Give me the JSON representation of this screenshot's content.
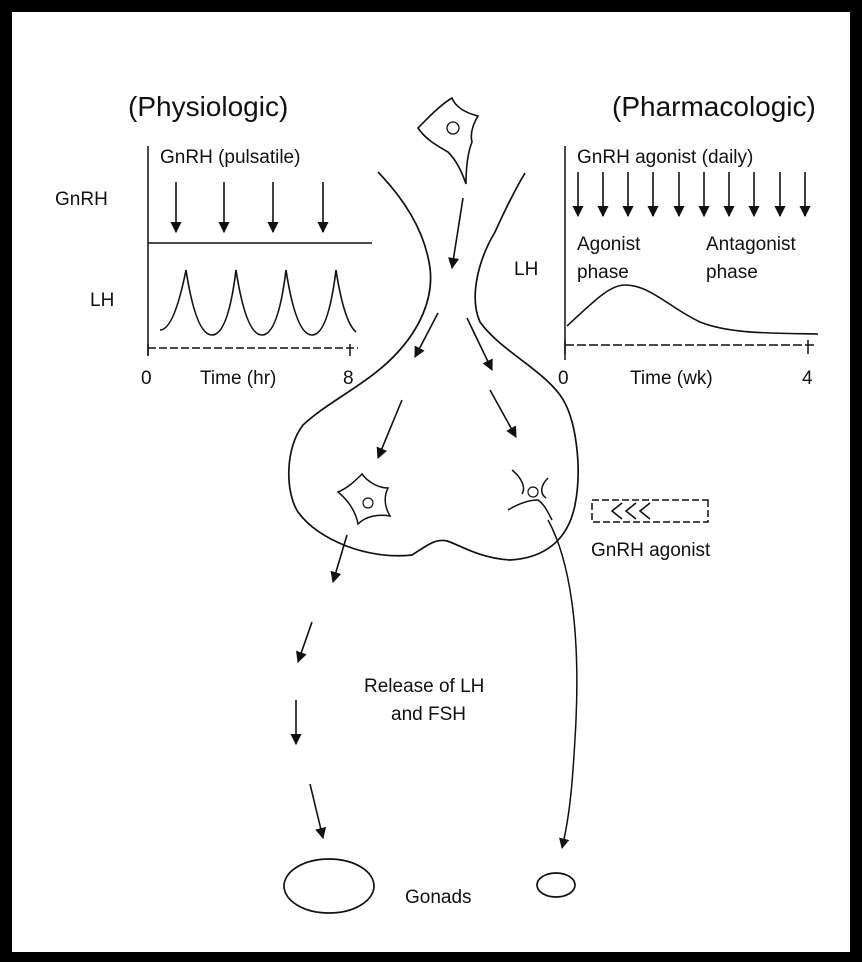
{
  "left_panel": {
    "heading": "(Physiologic)",
    "stimulus_label": "GnRH (pulsatile)",
    "gnrh_row_label": "GnRH",
    "lh_row_label": "LH",
    "x_axis": {
      "label": "Time (hr)",
      "tick_start": "0",
      "tick_end": "8"
    },
    "pulse_count": 4,
    "lh_peak_count": 4
  },
  "right_panel": {
    "heading": "(Pharmacologic)",
    "stimulus_label": "GnRH agonist (daily)",
    "lh_row_label": "LH",
    "agonist_phase": {
      "line1": "Agonist",
      "line2": "phase"
    },
    "antagonist_phase": {
      "line1": "Antagonist",
      "line2": "phase"
    },
    "x_axis": {
      "label": "Time (wk)",
      "tick_start": "0",
      "tick_end": "4"
    },
    "daily_arrow_count": 10
  },
  "center": {
    "external_agent_label": "GnRH agonist",
    "release_label": {
      "line1": "Release of LH",
      "line2": "and FSH"
    },
    "target_label": "Gonads"
  },
  "colors": {
    "frame": "#000000",
    "background": "#ffffff",
    "ink": "#111111"
  }
}
